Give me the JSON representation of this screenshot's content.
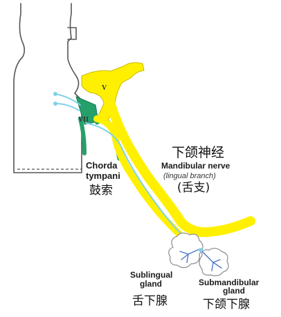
{
  "nerve_labels": {
    "trigeminal_numeral": "V",
    "facial_numeral": "VII"
  },
  "chorda_tympani": {
    "name_line1": "Chorda",
    "name_line2": "tympani",
    "name_cn": "鼓索"
  },
  "mandibular": {
    "name_cn": "下颌神经",
    "name_en": "Mandibular nerve",
    "branch_en": "(lingual branch)",
    "branch_cn": "(舌支)"
  },
  "sublingual": {
    "name_line1": "Sublingual",
    "name_line2": "gland",
    "name_cn": "舌下腺"
  },
  "submandibular": {
    "name_line1": "Submandibular",
    "name_line2": "gland",
    "name_cn": "下颌下腺"
  },
  "colors": {
    "trigeminal_nerve": "#fff000",
    "chorda_tympani": "#25a06a",
    "parasympathetic_fibers": "#7fd3e6",
    "gland_ducts": "#4a78c8",
    "brainstem_outline": "#555555"
  }
}
